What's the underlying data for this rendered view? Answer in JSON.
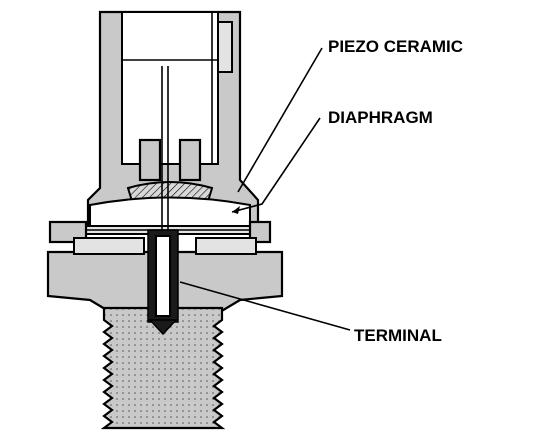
{
  "labels": {
    "piezo_ceramic": "PIEZO CERAMIC",
    "diaphragm": "DIAPHRAGM",
    "terminal": "TERMINAL"
  },
  "colors": {
    "body": "#c9c9c9",
    "light_fill": "#e3e3e3",
    "line": "#000000",
    "background": "#ffffff"
  }
}
